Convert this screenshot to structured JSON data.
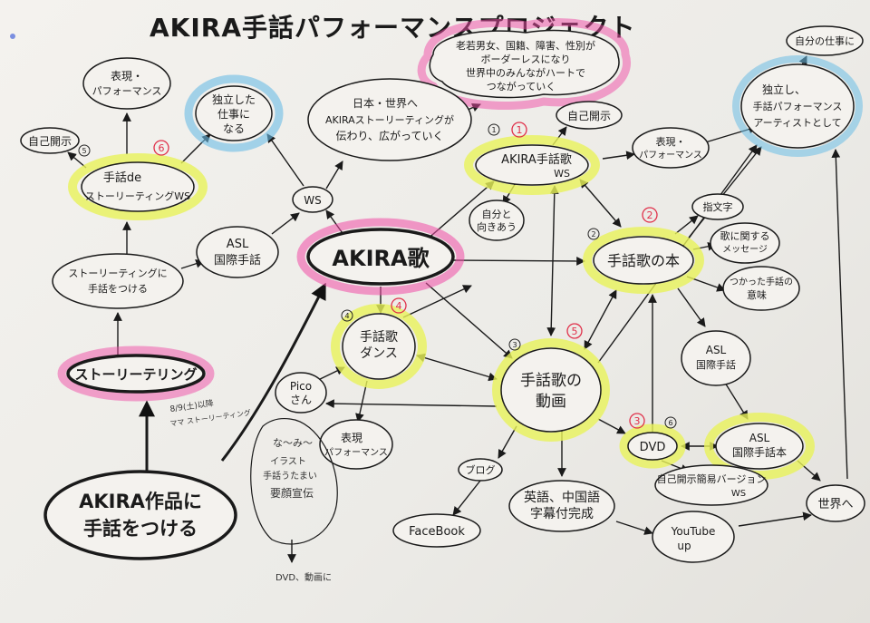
{
  "title": "AKIRA手話パフォーマンスプロジェクト",
  "colors": {
    "ink": "#1a1a1a",
    "pink": "#f04ca6",
    "yellow": "#e8f25a",
    "blue": "#6cbde6",
    "red_mark": "#e0304a"
  },
  "nodes": {
    "akira_uta": "AKIRA歌",
    "storytelling": "ストーリーテリング",
    "akira_sakuhin_1": "AKIRA作品に",
    "akira_sakuhin_2": "手話をつける",
    "story_shuwa_1": "ストーリーティングに",
    "story_shuwa_2": "手話をつける",
    "shuwa_de_ws_1": "手話de",
    "shuwa_de_ws_2": "ストーリーティングWS",
    "jiko_kaiji_left": "自己開示",
    "hyogen_left_1": "表現・",
    "hyogen_left_2": "パフォーマンス",
    "dokuritsu_shigoto_1": "独立した",
    "dokuritsu_shigoto_2": "仕事に",
    "dokuritsu_shigoto_3": "なる",
    "nihon_sekai_1": "日本・世界へ",
    "nihon_sekai_2": "AKIRAストーリーティングが",
    "nihon_sekai_3": "伝わり、広がっていく",
    "ws_small": "WS",
    "asl_left_1": "ASL",
    "asl_left_2": "国際手話",
    "cloud_1": "老若男女、国籍、障害、性別が",
    "cloud_2": "ボーダーレスになり",
    "cloud_3": "世界中のみんながハートで",
    "cloud_4": "つながっていく",
    "jiko_kaiji_top": "自己開示",
    "akira_shuwa_uta_ws_1": "AKIRA手話歌",
    "akira_shuwa_uta_ws_2": "WS",
    "hyogen_right_1": "表現・",
    "hyogen_right_2": "パフォーマンス",
    "jibun_shigoto": "自分の仕事に",
    "dokuritsu_artist_1": "独立し、",
    "dokuritsu_artist_2": "手話パフォーマンス",
    "dokuritsu_artist_3": "アーティストとして",
    "jibun_to_1": "自分と",
    "jibun_to_2": "向きあう",
    "shuwa_uta_book": "手話歌の本",
    "yubimoji": "指文字",
    "uta_message_1": "歌に関する",
    "uta_message_2": "メッセージ",
    "tsukatta_shuwa_1": "つかった手話の",
    "tsukatta_shuwa_2": "意味",
    "shuwa_uta_dance_1": "手話歌",
    "shuwa_uta_dance_2": "ダンス",
    "pico_1": "Pico",
    "pico_2": "さん",
    "hyogen_bottom_1": "表現",
    "hyogen_bottom_2": "パフォーマンス",
    "shuwa_uta_video_1": "手話歌の",
    "shuwa_uta_video_2": "動画",
    "asl_right_1": "ASL",
    "asl_right_2": "国際手話",
    "dvd": "DVD",
    "asl_book_1": "ASL",
    "asl_book_2": "国際手話本",
    "blog": "ブログ",
    "facebook": "FaceBook",
    "eigo_1": "英語、中国語",
    "eigo_2": "字幕付完成",
    "jiko_kaiji_ws_1": "自己開示簡易バージョン",
    "jiko_kaiji_ws_2": "WS",
    "youtube_1": "YouTube",
    "youtube_2": "up",
    "sekai_e": "世界へ",
    "illust_1": "な〜み〜",
    "illust_2": "イラスト",
    "illust_3": "手話うたまい",
    "illust_4": "要顔宣伝",
    "dvd_douga": "DVD、動画に",
    "note_1": "8/9(土)以降",
    "note_2": "ママ ストーリーティング"
  },
  "numbers": {
    "n1": "1",
    "n2": "2",
    "n3": "3",
    "n4": "4",
    "n5": "5",
    "n6": "6",
    "n3b": "3",
    "n5b": "5",
    "n2b": "2",
    "n4b": "4",
    "n6b": "6",
    "n1b": "1"
  }
}
